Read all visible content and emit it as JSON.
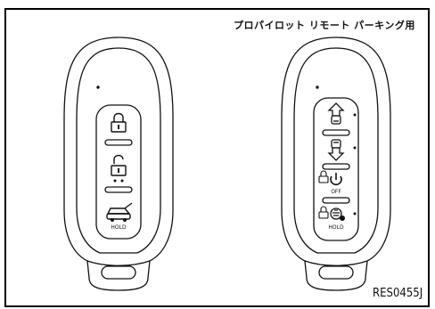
{
  "caption": "プロパイロット リモート パーキング用",
  "figure_id": "RES0455J",
  "left_key": {
    "hold_label": "HOLD"
  },
  "right_key": {
    "off_label": "OFF",
    "hold_label": "HOLD"
  }
}
